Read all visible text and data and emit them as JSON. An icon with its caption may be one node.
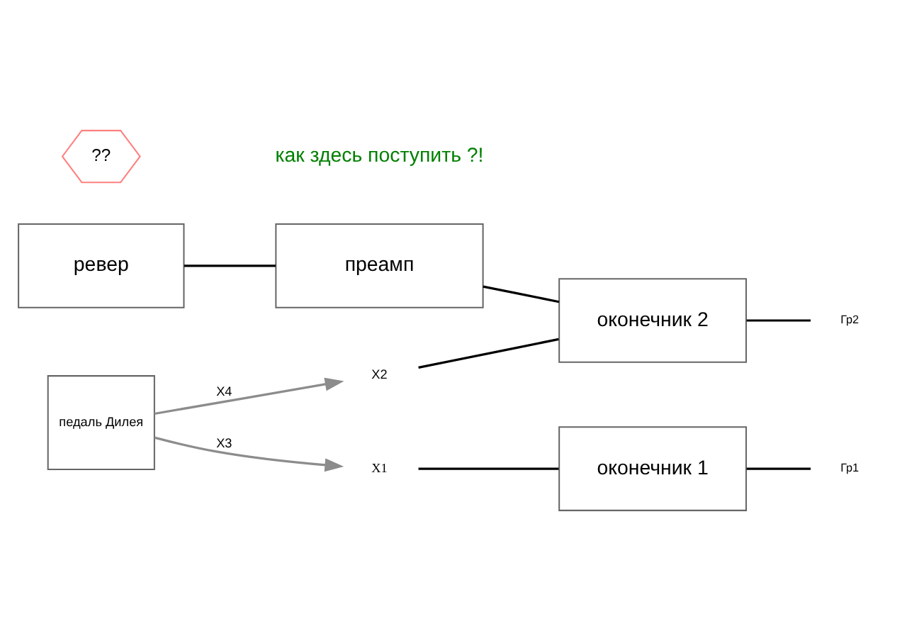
{
  "diagram": {
    "nodes": [
      {
        "text": [
          "ревер"
        ]
      },
      {
        "text": [
          "оконечник 1"
        ]
      },
      {
        "text": [
          "педаль Дилея"
        ]
      },
      {
        "text": [
          "X1"
        ]
      },
      {
        "text": [
          "X2"
        ]
      },
      {
        "text": [
          "преамп"
        ]
      },
      {
        "text": [
          "??"
        ]
      },
      {
        "text": [
          "оконечник 2"
        ]
      },
      {
        "text": [
          "Гр1"
        ]
      },
      {
        "text": [
          "Гр2"
        ]
      }
    ],
    "edges": [
      {
        "from": 0,
        "to": 5,
        "arrow": "none"
      },
      {
        "from": 2,
        "to": 3,
        "arrow": "to",
        "label": "X3",
        "color": "#8c8c8c"
      },
      {
        "from": 2,
        "to": 4,
        "arrow": "to",
        "label": "X4",
        "color": "#8c8c8c"
      },
      {
        "from": 3,
        "to": 1,
        "arrow": "none"
      },
      {
        "from": 5,
        "to": 7,
        "arrow": "none"
      },
      {
        "from": 4,
        "to": 7,
        "arrow": "none"
      },
      {
        "from": 1,
        "to": 8,
        "arrow": "none"
      },
      {
        "from": 7,
        "to": 9,
        "arrow": "none"
      }
    ],
    "labels": [
      "как здесь поступить ?!"
    ]
  }
}
